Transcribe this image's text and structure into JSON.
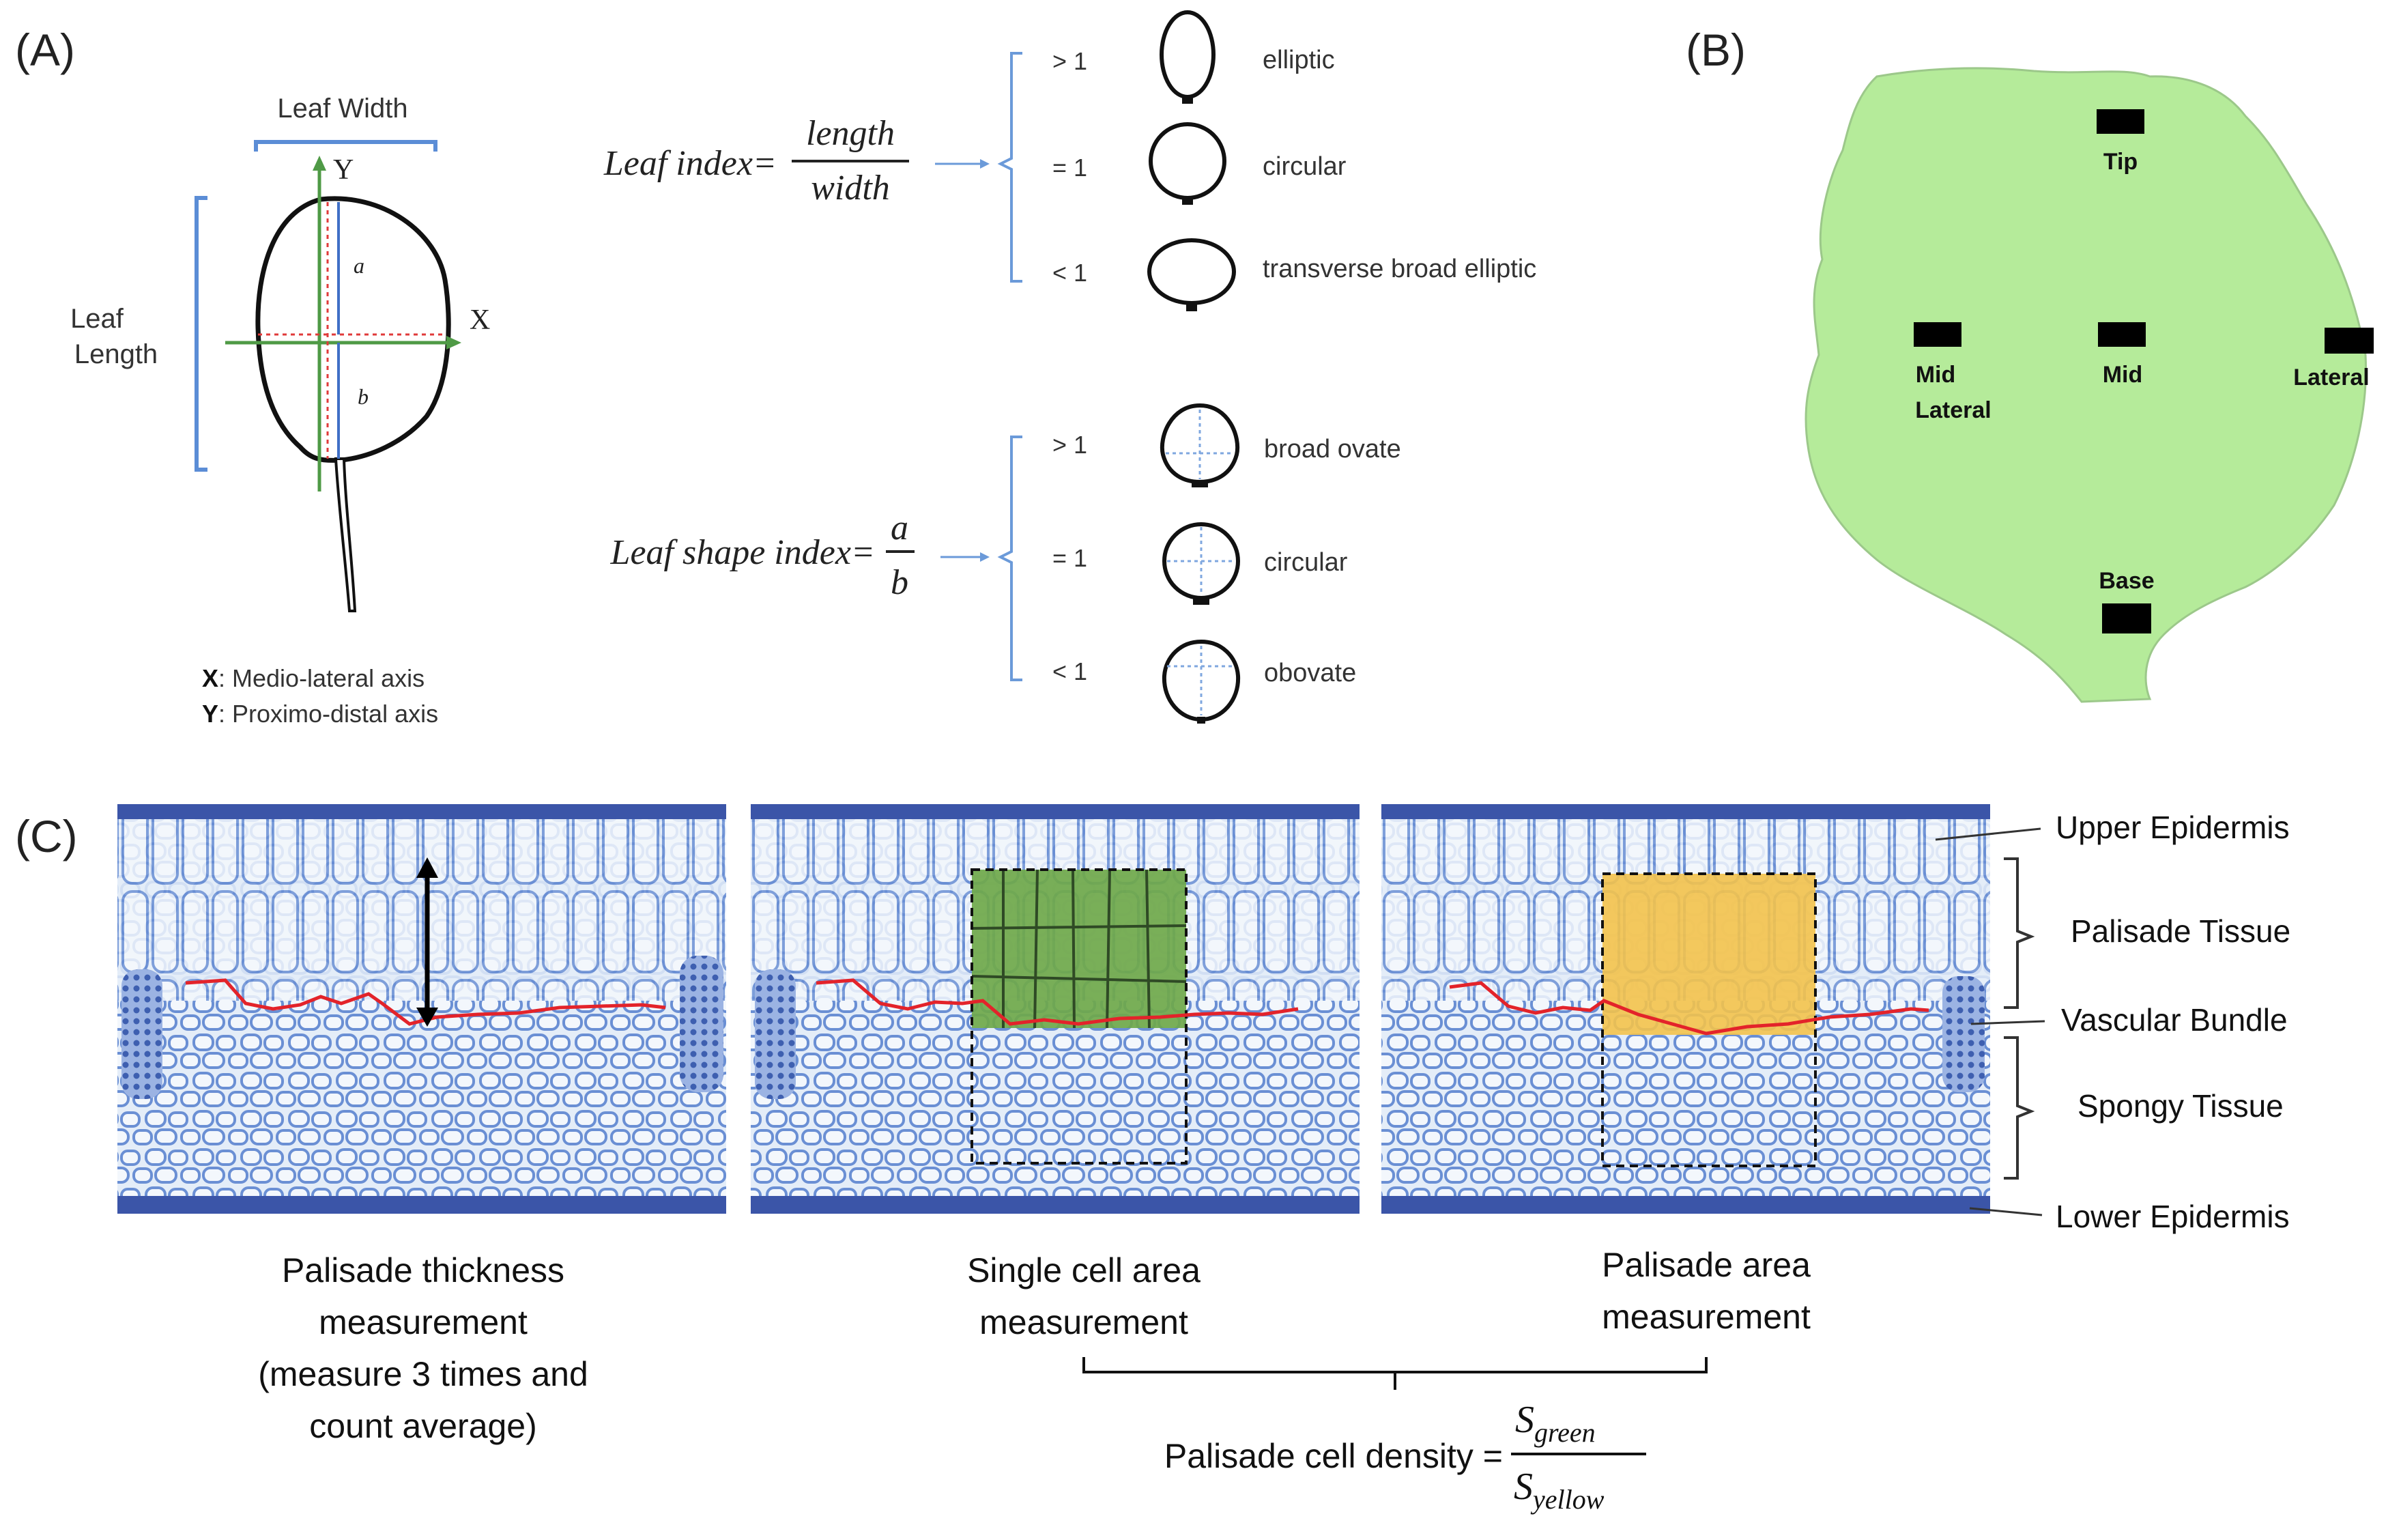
{
  "panel_a": {
    "label": "(A)",
    "leaf_width_label": "Leaf Width",
    "leaf_length_label_1": "Leaf",
    "leaf_length_label_2": "Length",
    "axis_x": "X",
    "axis_y": "Y",
    "seg_a": "a",
    "seg_b": "b",
    "legend_x_key": "X",
    "legend_x_text": ": Medio-lateral axis",
    "legend_y_key": "Y",
    "legend_y_text": ": Proximo-distal axis",
    "leaf_index": {
      "lhs": "Leaf index=",
      "numerator": "length",
      "denominator": "width",
      "rows": [
        {
          "cond": "> 1",
          "shape": "elliptic"
        },
        {
          "cond": "= 1",
          "shape": "circular"
        },
        {
          "cond": "< 1",
          "shape": "transverse broad elliptic"
        }
      ]
    },
    "leaf_shape_index": {
      "lhs": "Leaf shape index=",
      "numerator": "a",
      "denominator": "b",
      "rows": [
        {
          "cond": "> 1",
          "shape": "broad ovate"
        },
        {
          "cond": "= 1",
          "shape": "circular"
        },
        {
          "cond": "< 1",
          "shape": "obovate"
        }
      ]
    }
  },
  "panel_b": {
    "label": "(B)",
    "leaf_color": "#b5eb9a",
    "regions": {
      "tip": "Tip",
      "mid_lateral_1": "Mid",
      "mid_lateral_2": "Lateral",
      "mid": "Mid",
      "lateral": "Lateral",
      "base": "Base"
    }
  },
  "panel_c": {
    "label": "(C)",
    "tissue_labels": {
      "upper_epidermis": "Upper Epidermis",
      "palisade_tissue": "Palisade Tissue",
      "vascular_bundle": "Vascular Bundle",
      "spongy_tissue": "Spongy Tissue",
      "lower_epidermis": "Lower Epidermis"
    },
    "caption_1": [
      "Palisade thickness",
      "measurement",
      "(measure 3 times and",
      "count average)"
    ],
    "caption_2": [
      "Single cell area",
      "measurement"
    ],
    "caption_3": [
      "Palisade area",
      "measurement"
    ],
    "formula": {
      "lhs": "Palisade cell density =",
      "num_symbol": "S",
      "num_sub": "green",
      "den_symbol": "S",
      "den_sub": "yellow"
    },
    "colors": {
      "green_overlay": "#6fa84a",
      "yellow_overlay": "#f3c24b",
      "boundary_line": "#e3232a",
      "tissue_blue": "#5b7fc9"
    }
  }
}
